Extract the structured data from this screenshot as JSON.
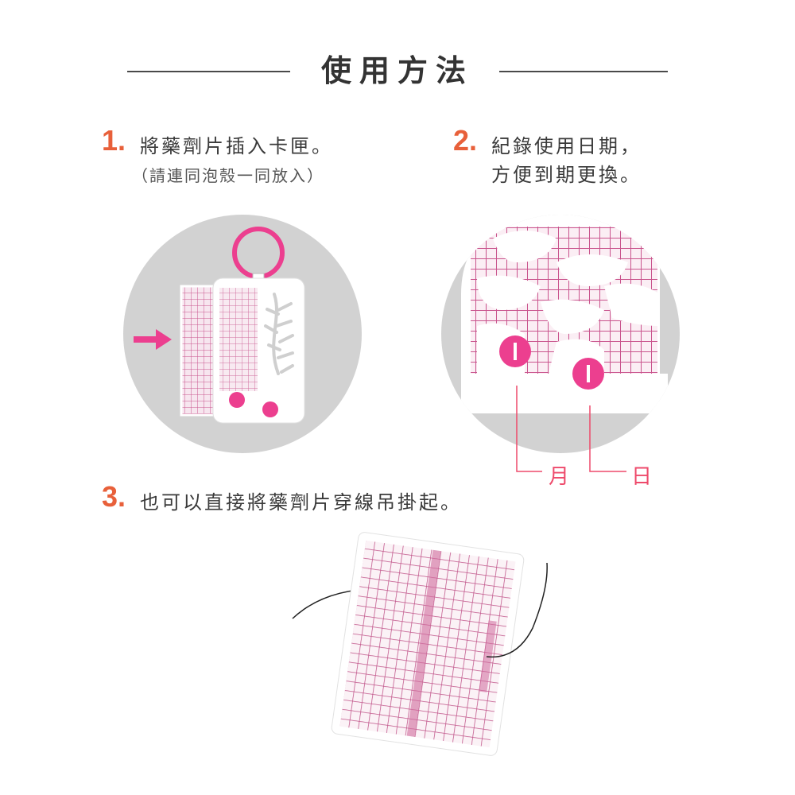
{
  "title": "使用方法",
  "steps": [
    {
      "number": "1.",
      "text": "將藥劑片插入卡匣。",
      "note": "（請連同泡殼一同放入）"
    },
    {
      "number": "2.",
      "line1": "紀錄使用日期，",
      "line2": "方便到期更換。"
    },
    {
      "number": "3.",
      "text": "也可以直接將藥劑片穿線吊掛起。"
    }
  ],
  "date_labels": {
    "month": "月",
    "day": "日"
  },
  "colors": {
    "accent_number": "#e8603a",
    "pink": "#ec3f8f",
    "callout": "#ee4a6b",
    "circle_bg": "#d2d2d2",
    "grid": "#c9548d"
  },
  "icons": [
    "arrow-right-icon",
    "keyring-icon"
  ]
}
